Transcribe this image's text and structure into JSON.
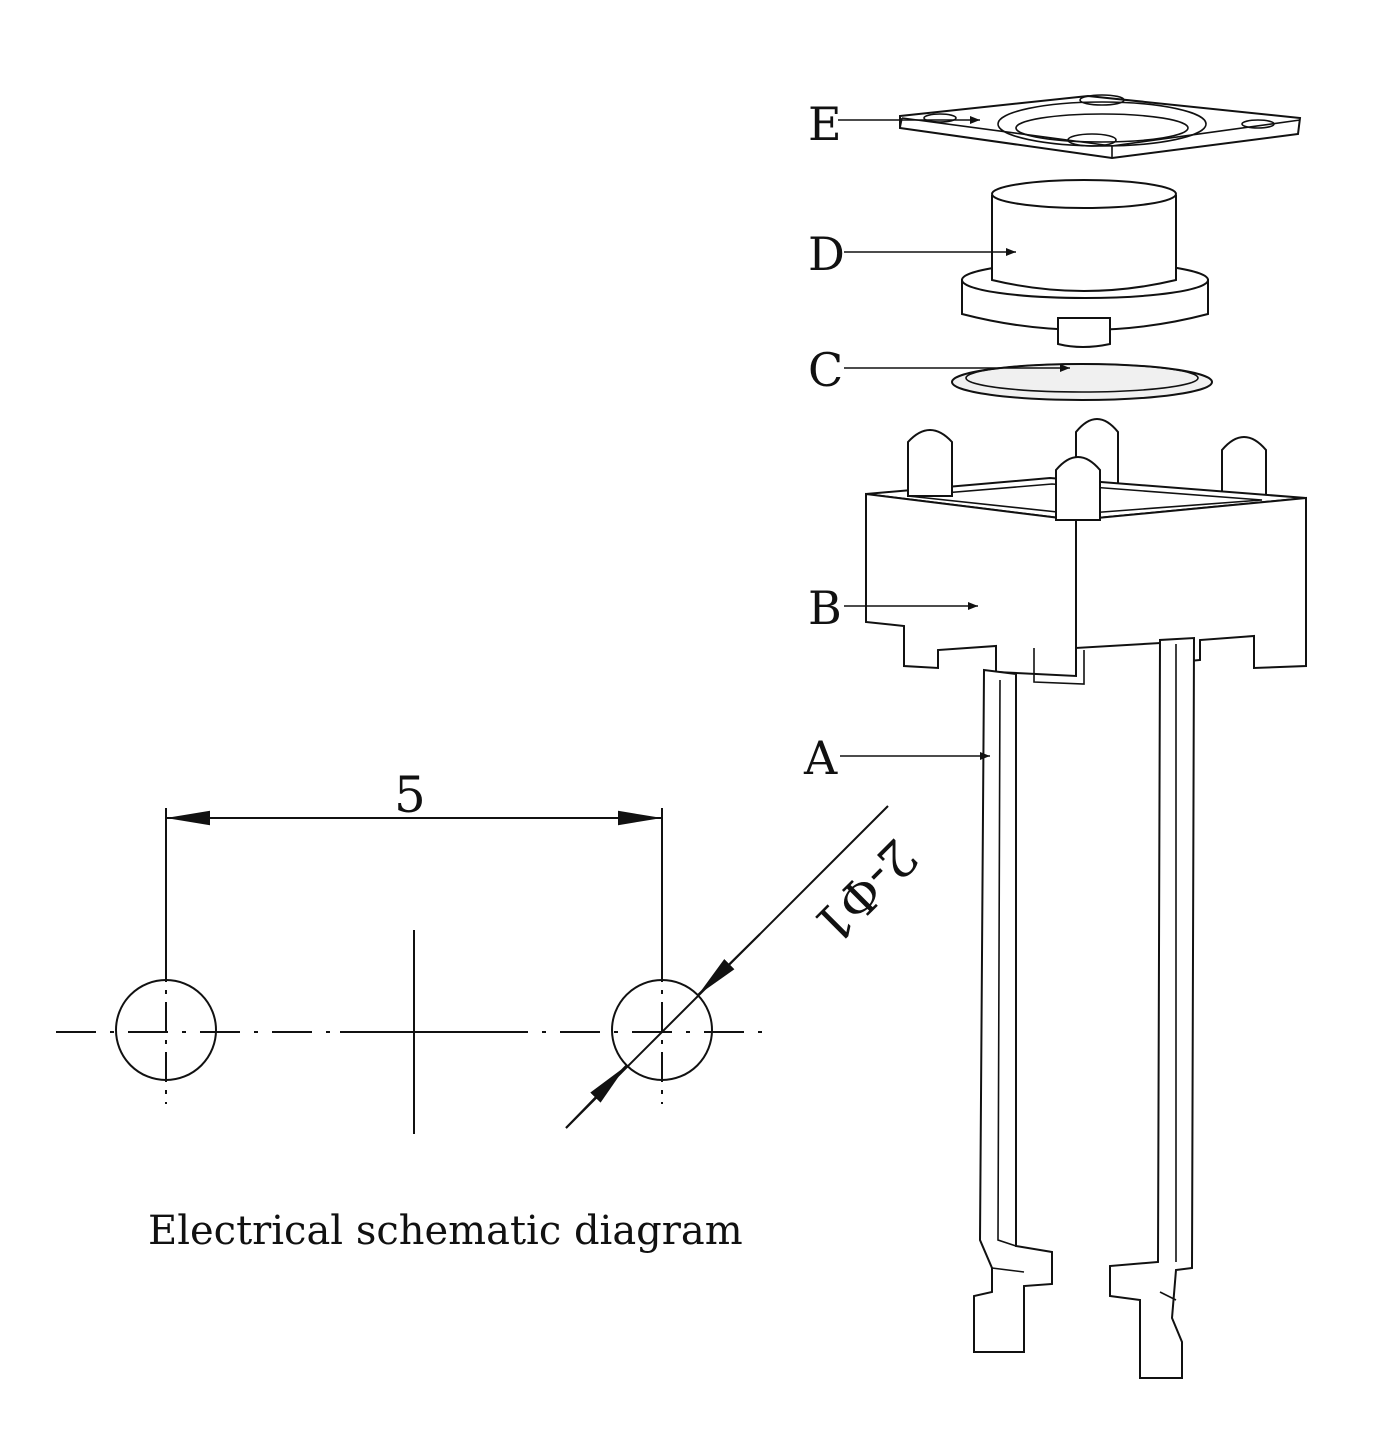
{
  "labels": {
    "e": "E",
    "d": "D",
    "c": "C",
    "b": "B",
    "a": "A"
  },
  "dimensions": {
    "pitch": "5",
    "hole": "2-Φ1"
  },
  "caption": "Electrical schematic diagram"
}
